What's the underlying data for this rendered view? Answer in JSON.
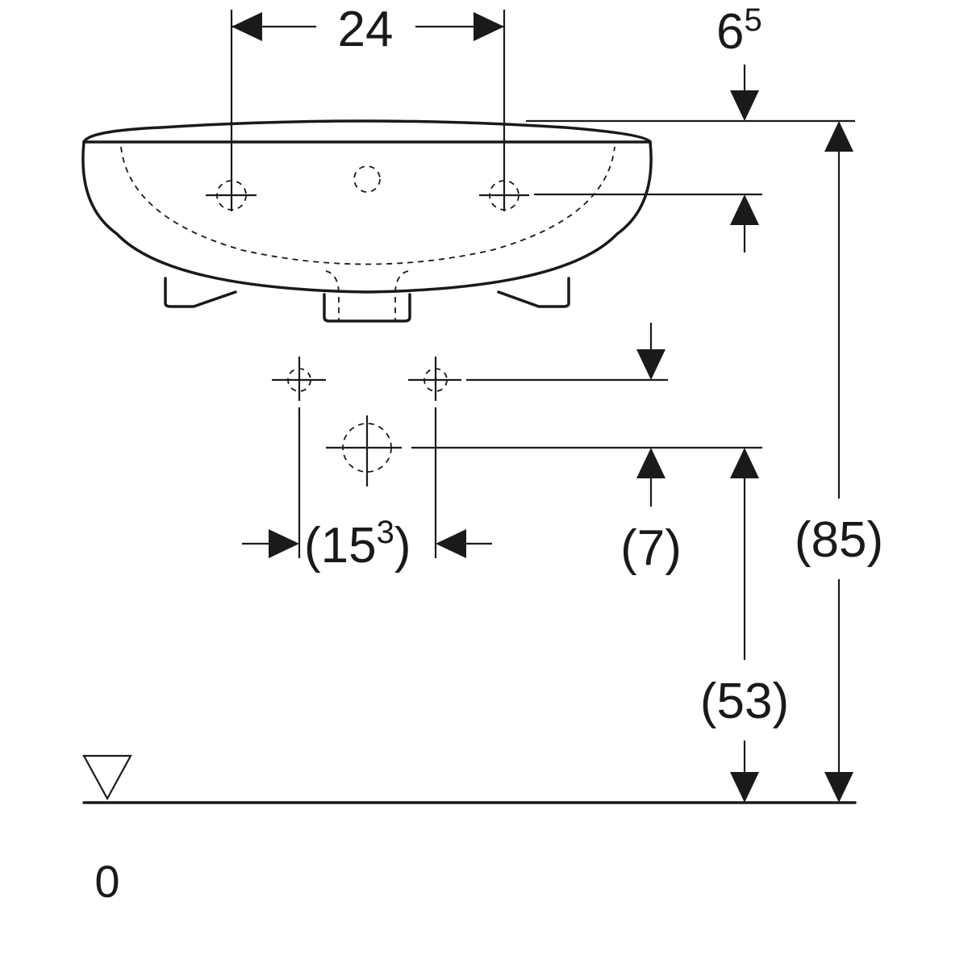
{
  "dimensions": {
    "tap_hole_spacing": "24",
    "rim_thickness": {
      "base": "6",
      "superscript": "5"
    },
    "fixing_spacing": {
      "open": "(",
      "base": "15",
      "superscript": "3",
      "close": ")"
    },
    "fixing_to_waste": "(7)",
    "total_height": "(85)",
    "waste_height": "(53)",
    "floor_level": "0"
  },
  "colors": {
    "line": "#1a1a1a",
    "background": "#ffffff"
  }
}
